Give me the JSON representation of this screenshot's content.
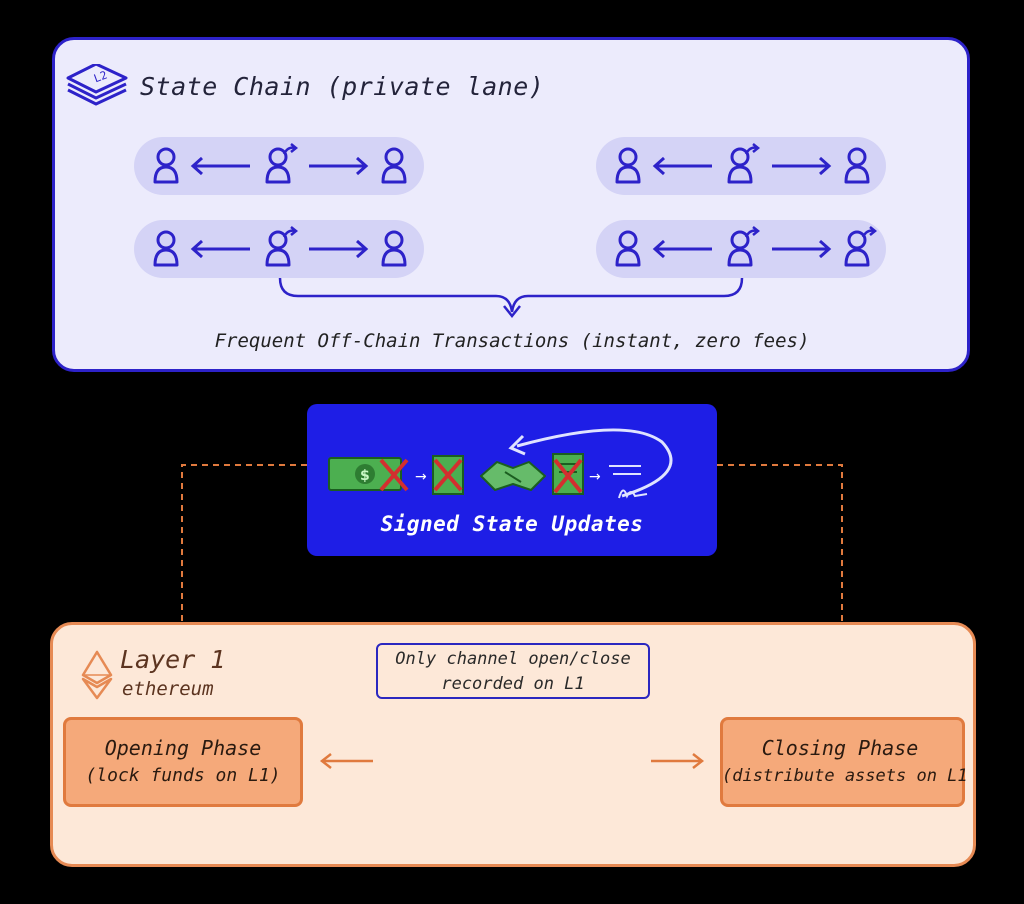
{
  "state_chain": {
    "title": "State Chain (private lane)",
    "caption": "Frequent Off-Chain Transactions (instant, zero fees)",
    "icon": "layer2-stack-icon",
    "lanes": [
      [
        "user-icon",
        "arrow-left-icon",
        "user-send-icon",
        "arrow-right-icon",
        "user-icon"
      ],
      [
        "user-icon",
        "arrow-left-icon",
        "user-send-icon",
        "arrow-right-icon",
        "user-icon"
      ],
      [
        "user-icon",
        "arrow-left-icon",
        "user-send-icon",
        "arrow-right-icon",
        "user-icon"
      ],
      [
        "user-icon",
        "arrow-left-icon",
        "user-send-icon",
        "arrow-right-icon",
        "user-send-icon"
      ]
    ]
  },
  "signed_updates": {
    "label": "Signed State Updates",
    "icons": [
      "money-icon",
      "cross-icon",
      "document-icon",
      "handshake-icon",
      "document-icon",
      "signature-icon"
    ]
  },
  "layer1": {
    "title": "Layer 1",
    "subtitle": "ethereum",
    "icon": "ethereum-icon",
    "note_line1": "Only channel open/close",
    "note_line2": "recorded on L1",
    "opening_title": "Opening Phase",
    "opening_sub": "(lock funds on L1)",
    "closing_title": "Closing Phase",
    "closing_sub": "(distribute assets on L1"
  },
  "colors": {
    "accent_blue": "#1e1ee6",
    "lavender": "#ecebfc",
    "peach": "#fde8d8",
    "orange": "#e07a3e"
  }
}
